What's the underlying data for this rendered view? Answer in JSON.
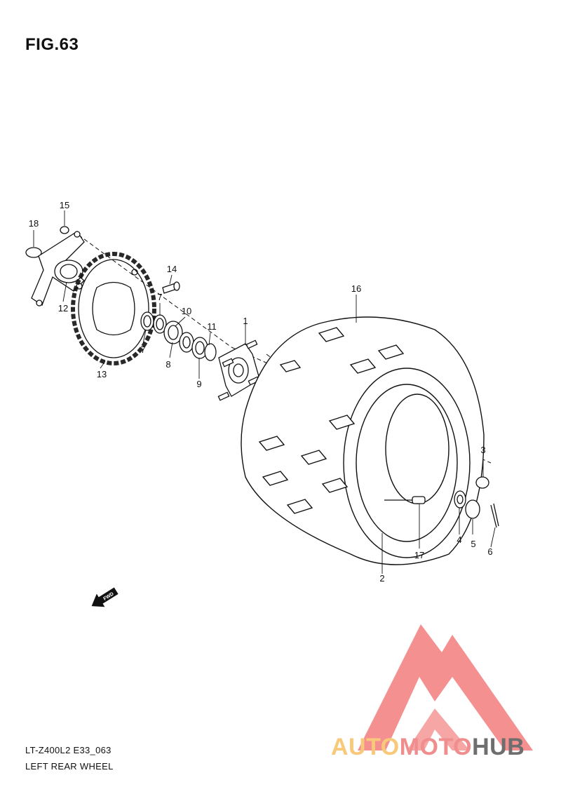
{
  "figure": {
    "title": "FIG.63"
  },
  "footer": {
    "model_code": "LT-Z400L2 E33_063",
    "assembly_name": "LEFT REAR WHEEL"
  },
  "callouts": {
    "c1": "1",
    "c2": "2",
    "c3": "3",
    "c4": "4",
    "c5": "5",
    "c6": "6",
    "c7a": "7",
    "c7b": "7",
    "c8": "8",
    "c9": "9",
    "c10": "10",
    "c11": "11",
    "c12": "12",
    "c13": "13",
    "c14": "14",
    "c15": "15",
    "c16": "16",
    "c17": "17",
    "c18": "18"
  },
  "direction_marker": {
    "label": "FWD"
  },
  "watermark": {
    "part1": "AUTO",
    "part2": "MOTO",
    "part3": "HUB"
  },
  "colors": {
    "line": "#111111",
    "logo_red": "#f26b6b",
    "logo_orange": "#f8c97a",
    "logo_gray": "#6e6e6e"
  }
}
